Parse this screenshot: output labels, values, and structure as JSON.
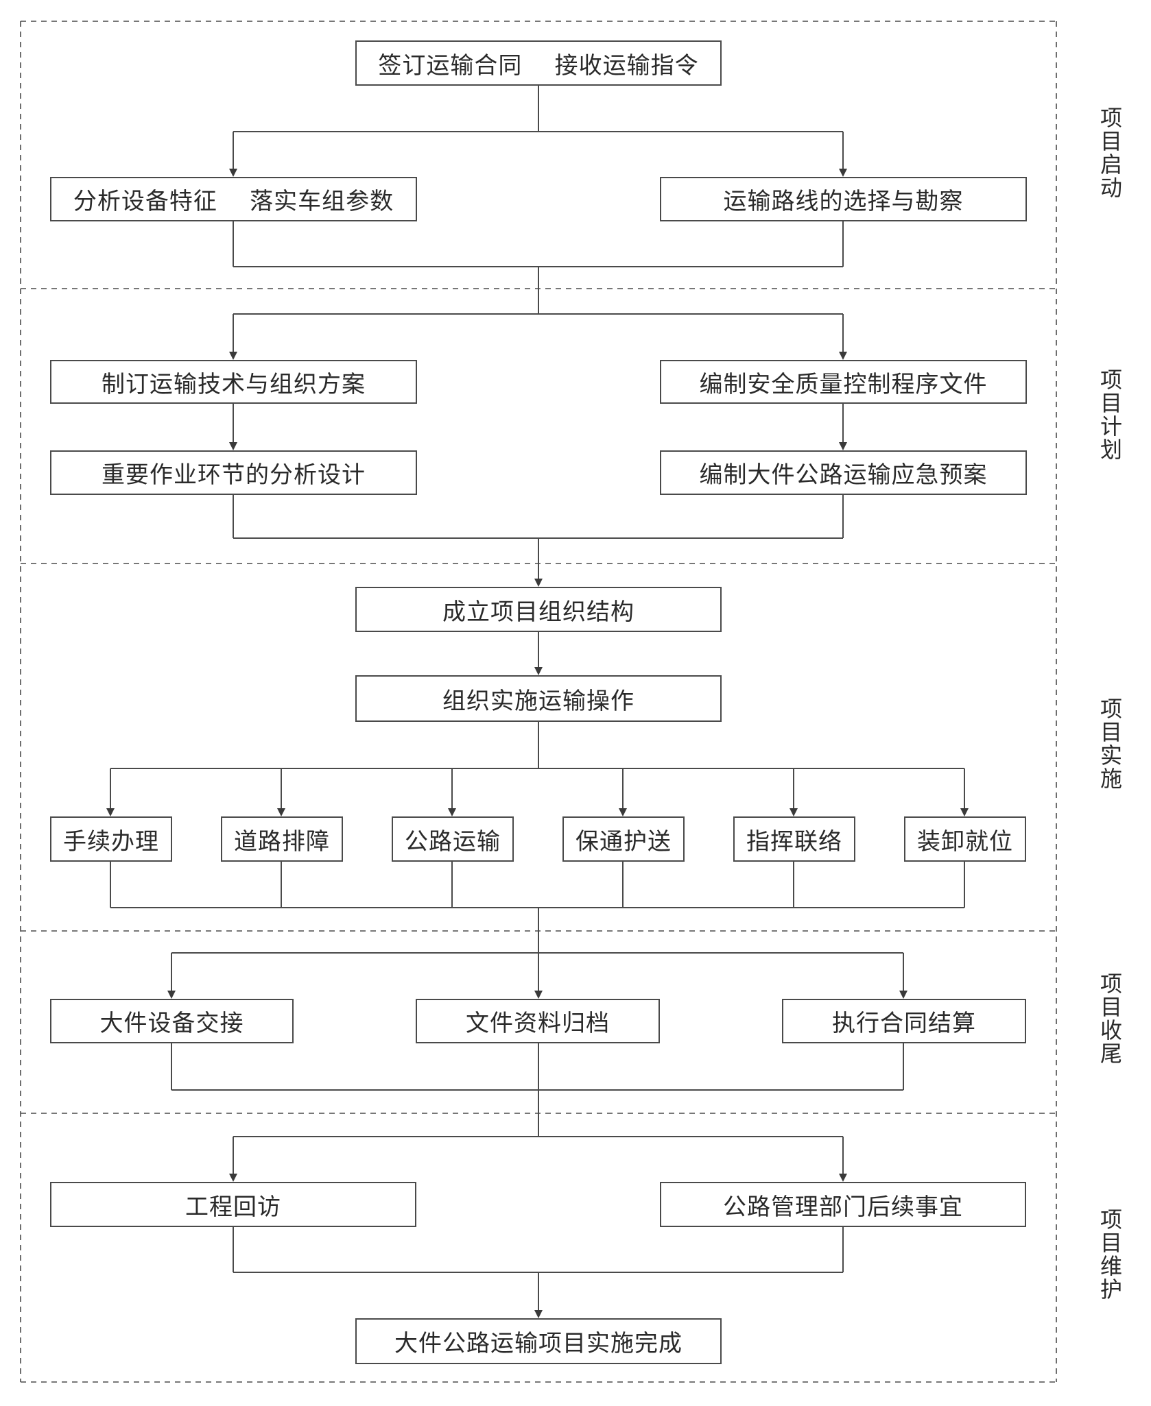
{
  "phases": {
    "start": "项目启动",
    "plan": "项目计划",
    "execute": "项目实施",
    "close": "项目收尾",
    "maintain": "项目维护"
  },
  "nodes": {
    "sign_contract": "签订运输合同    接收运输指令",
    "analyze_equipment": "分析设备特征    落实车组参数",
    "route_survey": "运输路线的选择与勘察",
    "transport_plan": "制订运输技术与组织方案",
    "safety_quality": "编制安全质量控制程序文件",
    "key_operations": "重要作业环节的分析设计",
    "emergency_plan": "编制大件公路运输应急预案",
    "project_org": "成立项目组织结构",
    "implement_transport": "组织实施运输操作",
    "procedures": "手续办理",
    "road_clearing": "道路排障",
    "road_transport": "公路运输",
    "escort": "保通护送",
    "command_contact": "指挥联络",
    "loading_positioning": "装卸就位",
    "handover": "大件设备交接",
    "archiving": "文件资料归档",
    "settlement": "执行合同结算",
    "revisit": "工程回访",
    "road_admin": "公路管理部门后续事宜",
    "complete": "大件公路运输项目实施完成"
  }
}
